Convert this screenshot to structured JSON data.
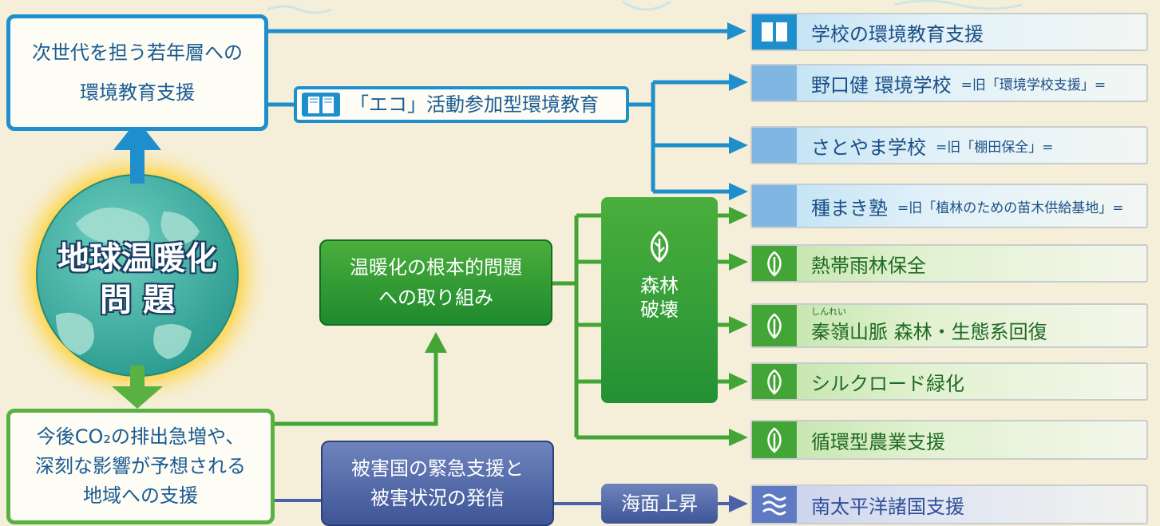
{
  "central": {
    "line1": "地球温暖化",
    "line2": "問 題"
  },
  "edu_box": {
    "line1": "次世代を担う若年層への",
    "line2": "環境教育支援"
  },
  "support_box": {
    "line1": "今後CO₂の排出急増や、",
    "line2": "深刻な影響が予想される",
    "line3": "地域への支援"
  },
  "eco_box": {
    "label": "「エコ」活動参加型環境教育"
  },
  "warming_box": {
    "line1": "温暖化の根本的問題",
    "line2": "への取り組み"
  },
  "forest_box": {
    "line1": "森林",
    "line2": "破壊"
  },
  "damage_box": {
    "line1": "被害国の緊急支援と",
    "line2": "被害状況の発信"
  },
  "sea_box": {
    "label": "海面上昇"
  },
  "programs": {
    "school": {
      "label": "学校の環境教育支援"
    },
    "noguchi": {
      "label": "野口健 環境学校",
      "note": "=旧「環境学校支援」="
    },
    "satoyama": {
      "label": "さとやま学校",
      "note": "=旧「棚田保全」="
    },
    "tanemaki": {
      "label": "種まき塾",
      "note": "=旧「植林のための苗木供給基地」="
    },
    "rainforest": {
      "label": "熱帯雨林保全"
    },
    "qinling": {
      "label": "秦嶺山脈 森林・生態系回復",
      "ruby": "しんれい"
    },
    "silkroad": {
      "label": "シルクロード緑化"
    },
    "agriculture": {
      "label": "循環型農業支援"
    },
    "pacific": {
      "label": "南太平洋諸国支援"
    }
  },
  "colors": {
    "blue": "#1e8fcc",
    "green": "#43a535",
    "dark_green": "#1f8a2e",
    "navy": "#3e5597",
    "background": "#f5efd9"
  }
}
